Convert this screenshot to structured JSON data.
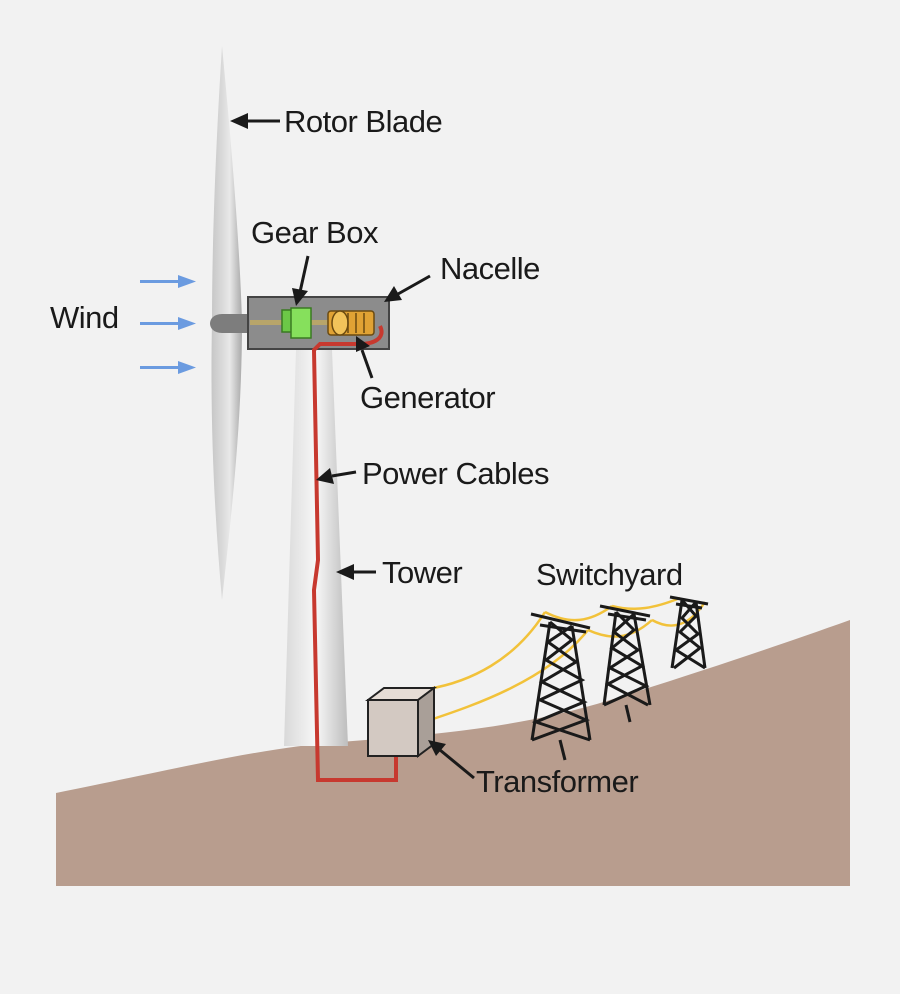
{
  "labels": {
    "rotor_blade": "Rotor Blade",
    "gear_box": "Gear Box",
    "nacelle": "Nacelle",
    "wind": "Wind",
    "generator": "Generator",
    "power_cables": "Power Cables",
    "tower": "Tower",
    "switchyard": "Switchyard",
    "transformer": "Transformer"
  },
  "colors": {
    "background": "#f2f2f2",
    "ground": "#b89d8e",
    "tower": "#c9c9c9",
    "blade": "#b5b5b5",
    "nacelle": "#8c8c8c",
    "gear_box": "#7ed957",
    "generator": "#e8a93a",
    "power_cable": "#c7392f",
    "transformer": "#d3c9c2",
    "transmission_line": "#f2c23a",
    "wind_arrows": "#6b9be0",
    "label_text": "#1a1a1a"
  }
}
